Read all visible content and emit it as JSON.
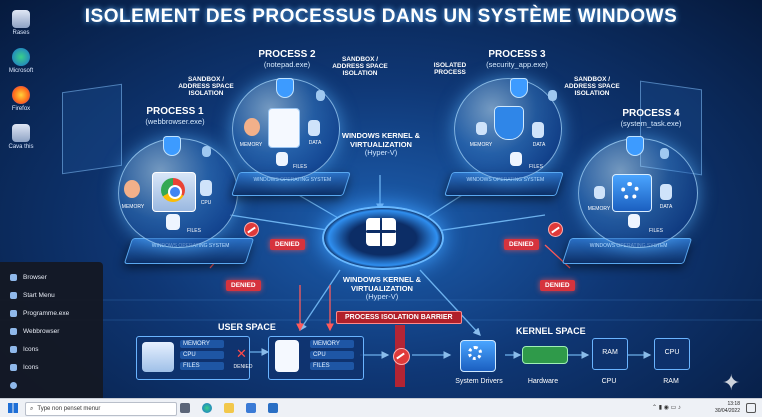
{
  "title": "ISOLEMENT DES PROCESSUS DANS UN SYSTÈME WINDOWS",
  "desktop": [
    {
      "label": "Rases",
      "icon": "recycle-bin-icon"
    },
    {
      "label": "Microsoft",
      "icon": "edge-icon"
    },
    {
      "label": "Firefox",
      "icon": "firefox-icon"
    },
    {
      "label": "Cava this",
      "icon": "recycle-bin-icon"
    }
  ],
  "processes": [
    {
      "name": "PROCESS 1",
      "exe": "(webbrowser.exe)",
      "base": "WINDOWS OPERATING SYSTEM"
    },
    {
      "name": "PROCESS 2",
      "exe": "(notepad.exe)",
      "base": "WINDOWS OPERATING SYSTEM"
    },
    {
      "name": "PROCESS 3",
      "exe": "(security_app.exe)",
      "base": "WINDOWS OPERATING SYSTEM"
    },
    {
      "name": "PROCESS 4",
      "exe": "(system_task.exe)",
      "base": "WINDOWS OPERATING SYSTEM"
    }
  ],
  "bubble_labels": {
    "memory": "MEMORY",
    "cpu": "CPU",
    "files": "FILES",
    "data": "DATA"
  },
  "notes": {
    "sandbox1": "SANDBOX / ADDRESS SPACE ISOLATION",
    "sandbox2": "SANDBOX / ADDRESS SPACE ISOLATION",
    "sandbox3": "SANDBOX / ADDRESS SPACE ISOLATION",
    "isolated": "ISOLATED PROCESS"
  },
  "kernel_top": {
    "title": "WINDOWS KERNEL & VIRTUALIZATION",
    "sub": "(Hyper-V)"
  },
  "kernel_bottom": {
    "title": "WINDOWS KERNEL & VIRTUALIZATION",
    "sub": "(Hyper-V)"
  },
  "denied": "DENIED",
  "denied_small": "DENIED",
  "barrier": "PROCESS ISOLATION BARRIER",
  "user_space": "USER SPACE",
  "kernel_space": "KERNEL SPACE",
  "card_tags": [
    "MEMORY",
    "CPU",
    "FILES"
  ],
  "hardware": {
    "ram1": "RAM",
    "cpu_chip": "CPU",
    "labels": [
      "System Drivers",
      "Hardware",
      "CPU",
      "RAM"
    ]
  },
  "start_menu": [
    "Browser",
    "Start Menu",
    "Programme.exe",
    "Webbrowser",
    "Icons",
    "Icons",
    ""
  ],
  "taskbar": {
    "search_placeholder": "Type non penset menur",
    "time": "13:18",
    "date": "30/04/2022"
  },
  "colors": {
    "accent": "#3d9bff",
    "danger": "#d6333d",
    "bg": "#0f3775"
  }
}
